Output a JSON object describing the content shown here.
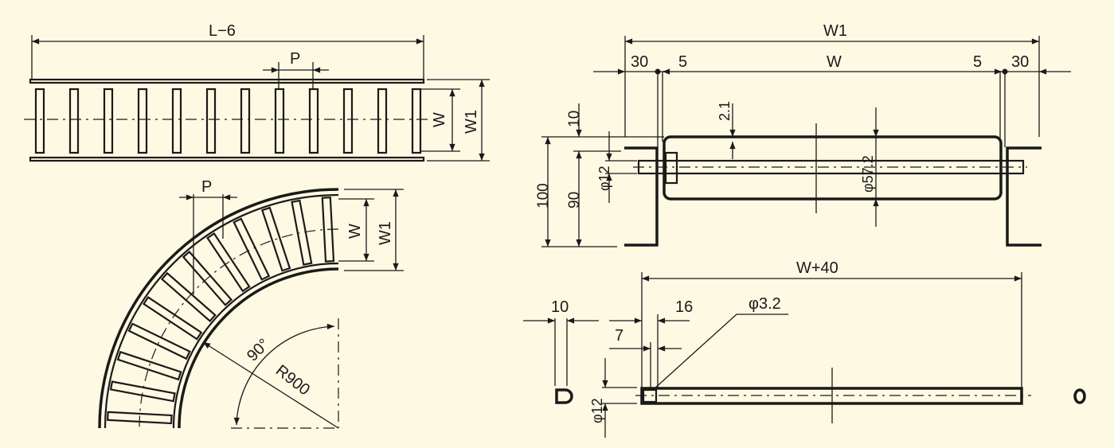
{
  "straight_view": {
    "length_label": "L−6",
    "pitch_label": "P",
    "width_label": "W",
    "overall_width_label": "W1"
  },
  "curve_view": {
    "pitch_label": "P",
    "width_label": "W",
    "overall_width_label": "W1",
    "angle_label": "90°",
    "radius_label": "R900"
  },
  "roller_section": {
    "overall_width_label": "W1",
    "width_label": "W",
    "left_offset_label": "30",
    "left_gap_label": "5",
    "right_gap_label": "5",
    "right_offset_label": "30",
    "height_total_label": "100",
    "height_label": "90",
    "top_offset_label": "10",
    "shaft_dia_label": "φ12",
    "wall_thickness_label": "2.1",
    "roller_dia_label": "φ57.2"
  },
  "shaft_view": {
    "length_label": "W+40",
    "flat_label": "10",
    "end_label": "16",
    "hole_pos_label": "7",
    "hole_dia_label": "φ3.2",
    "shaft_dia_label": "φ12"
  },
  "colors": {
    "background": "#fdf9e3",
    "ink": "#1a1a1a"
  }
}
